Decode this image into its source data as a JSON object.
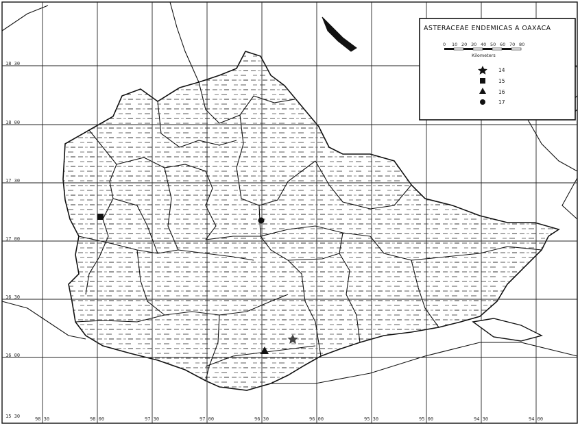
{
  "legend": {
    "title": "ASTERACEAE ENDEMICAS A OAXACA",
    "scale_ticks": [
      "0",
      "10",
      "20",
      "30",
      "40",
      "50",
      "60",
      "70",
      "80"
    ],
    "scale_unit": "Kilometers",
    "items": [
      {
        "symbol": "star",
        "label": "14"
      },
      {
        "symbol": "square",
        "label": "15"
      },
      {
        "symbol": "triangle",
        "label": "16"
      },
      {
        "symbol": "circle",
        "label": "17"
      }
    ]
  },
  "latitude_labels": [
    "18 30",
    "18 00",
    "17 30",
    "17 00",
    "16 30",
    "16 00",
    "15 30"
  ],
  "longitude_labels": [
    "98 30",
    "98 00",
    "97 30",
    "97 00",
    "96 30",
    "96 00",
    "95 30",
    "95 00",
    "94 30",
    "94 00"
  ],
  "records": [
    {
      "species": "14",
      "symbol": "star"
    },
    {
      "species": "15",
      "symbol": "square"
    },
    {
      "species": "16",
      "symbol": "triangle"
    },
    {
      "species": "17",
      "symbol": "circle"
    }
  ],
  "colors": {
    "ink": "#111111",
    "paper": "#ffffff",
    "fill_text": "#555555"
  }
}
